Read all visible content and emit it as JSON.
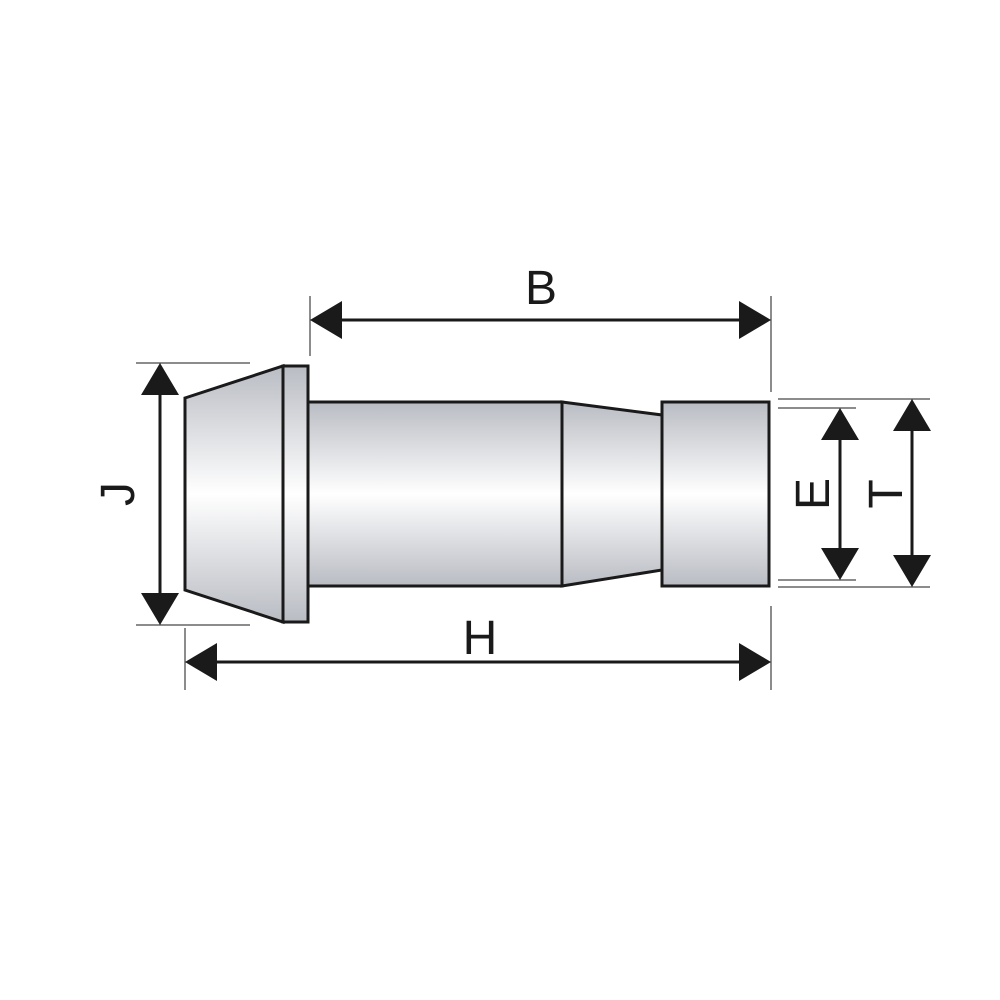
{
  "dimensions": {
    "B": "B",
    "H": "H",
    "J": "J",
    "E": "E",
    "T": "T"
  },
  "colors": {
    "line": "#1a1a1a",
    "metal_dark": "#b9bcc3",
    "metal_light": "#ffffff",
    "background": "#ffffff"
  }
}
